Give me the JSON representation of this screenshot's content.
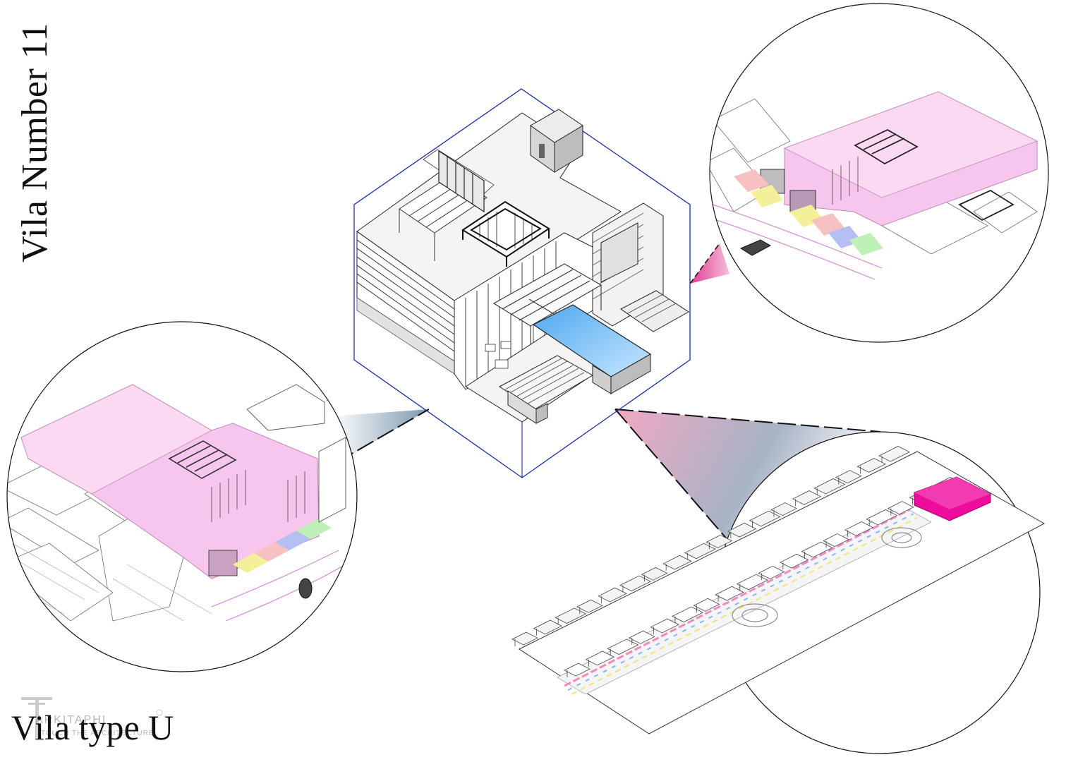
{
  "titles": {
    "vertical": "Vila Number 11",
    "bottom": "Vila type U"
  },
  "watermark": {
    "brand": "ARKITAPHI",
    "sub": "TOUCH THE ARCHITECTURE"
  },
  "colors": {
    "ink": "#111111",
    "highlight_pink": "#f7c6ee",
    "highlight_magenta": "#ee0c9c",
    "pool_blue": "#67b5f2",
    "frame_blue": "#1a2ea8",
    "connector_blue_gray": "#8ea7bb",
    "connector_pink": "#e23b93"
  },
  "icons": {
    "car": "car-icon",
    "logo": "arkitaphi-logo-icon"
  }
}
